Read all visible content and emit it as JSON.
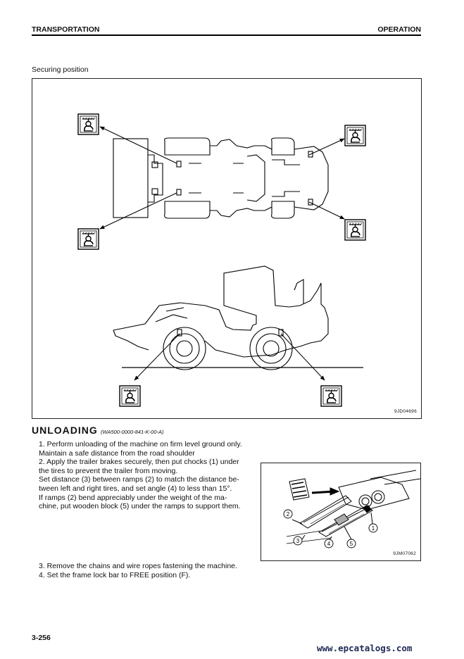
{
  "header": {
    "left": "TRANSPORTATION",
    "right": "OPERATION"
  },
  "figure1": {
    "caption": "Securing position",
    "id": "9JD04696"
  },
  "section": {
    "title": "UNLOADING",
    "code": "(WA500-0000-841-K-00-A)",
    "steps_part1": [
      "1.  Perform unloading of the machine on firm level ground only.",
      "     Maintain a safe distance from the road shoulder",
      "2.  Apply the trailer brakes securely, then put chocks (1) under",
      "     the tires to prevent the trailer from moving.",
      "     Set distance (3) between ramps (2) to match the distance be-",
      "     tween left and right tires, and set angle (4) to less than 15°.",
      "     If ramps (2) bend appreciably under the weight of the ma-",
      "     chine, put wooden block (5) under the ramps to support them."
    ],
    "steps_part2": [
      "3.  Remove the chains and wire ropes fastening the machine.",
      "4.  Set the frame lock bar to FREE position (F)."
    ]
  },
  "figure2": {
    "id": "9JM07062",
    "labels": [
      "2",
      "3",
      "4",
      "5",
      "1"
    ]
  },
  "footer": {
    "page": "3-256",
    "site": "www.epcatalogs.com"
  },
  "icons": [
    "tie-down-point-icon"
  ]
}
